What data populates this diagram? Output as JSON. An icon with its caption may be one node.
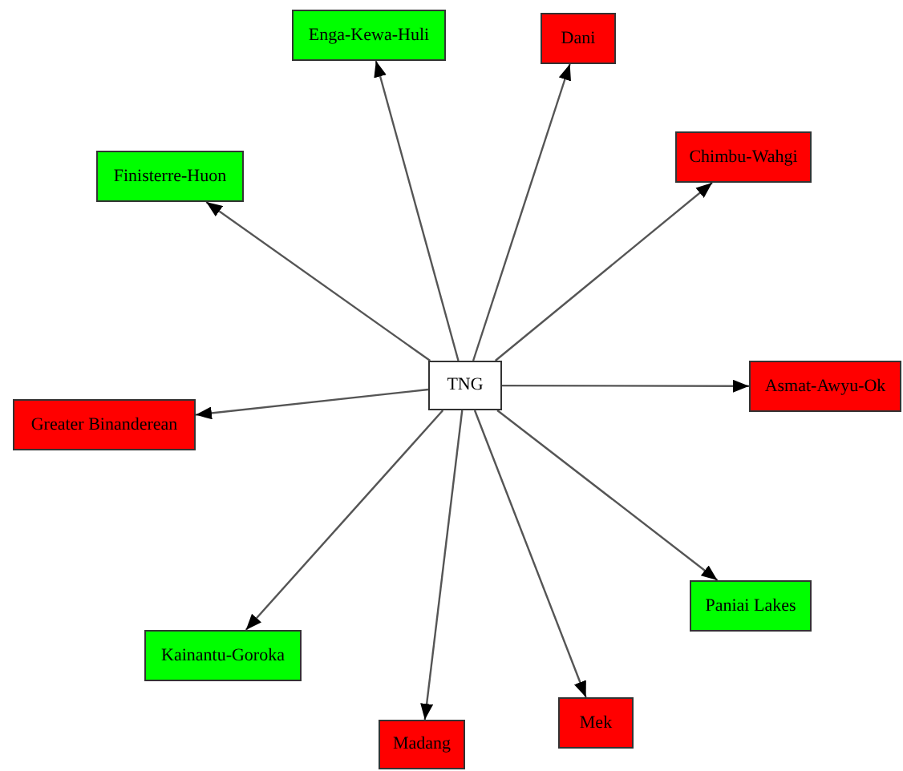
{
  "diagram": {
    "nodes": [
      {
        "text": [
          "TNG"
        ]
      },
      {
        "text": [
          "Enga-Kewa-Huli"
        ]
      },
      {
        "text": [
          "Dani"
        ]
      },
      {
        "text": [
          "Finisterre-Huon"
        ]
      },
      {
        "text": [
          "Chimbu-Wahgi"
        ]
      },
      {
        "text": [
          "Greater Binanderean"
        ]
      },
      {
        "text": [
          "Asmat-Awyu-Ok"
        ]
      },
      {
        "text": [
          "Paniai Lakes"
        ]
      },
      {
        "text": [
          "Kainantu-Goroka"
        ]
      },
      {
        "text": [
          "Mek"
        ]
      },
      {
        "text": [
          "Madang"
        ]
      }
    ],
    "edges": [
      {
        "from": 0,
        "to": 1,
        "arrow": "to"
      },
      {
        "from": 0,
        "to": 2,
        "arrow": "to"
      },
      {
        "from": 0,
        "to": 3,
        "arrow": "to"
      },
      {
        "from": 0,
        "to": 4,
        "arrow": "to"
      },
      {
        "from": 0,
        "to": 5,
        "arrow": "to"
      },
      {
        "from": 0,
        "to": 6,
        "arrow": "to"
      },
      {
        "from": 0,
        "to": 7,
        "arrow": "to"
      },
      {
        "from": 0,
        "to": 8,
        "arrow": "to"
      },
      {
        "from": 0,
        "to": 9,
        "arrow": "to"
      },
      {
        "from": 0,
        "to": 10,
        "arrow": "to"
      }
    ]
  }
}
